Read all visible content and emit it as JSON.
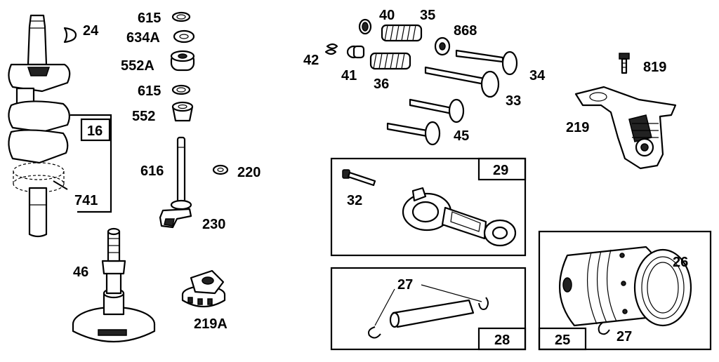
{
  "labels": {
    "p24": "24",
    "p615a": "615",
    "p634a": "634A",
    "p552a": "552A",
    "p615b": "615",
    "p552": "552",
    "p16": "16",
    "p616": "616",
    "p220": "220",
    "p741": "741",
    "p230": "230",
    "p46": "46",
    "p219a": "219A",
    "p40": "40",
    "p35": "35",
    "p868": "868",
    "p42": "42",
    "p41": "41",
    "p36": "36",
    "p34": "34",
    "p33": "33",
    "p45": "45",
    "p819": "819",
    "p219": "219",
    "p29": "29",
    "p32": "32",
    "p27a": "27",
    "p28": "28",
    "p26": "26",
    "p25": "25",
    "p27b": "27"
  }
}
